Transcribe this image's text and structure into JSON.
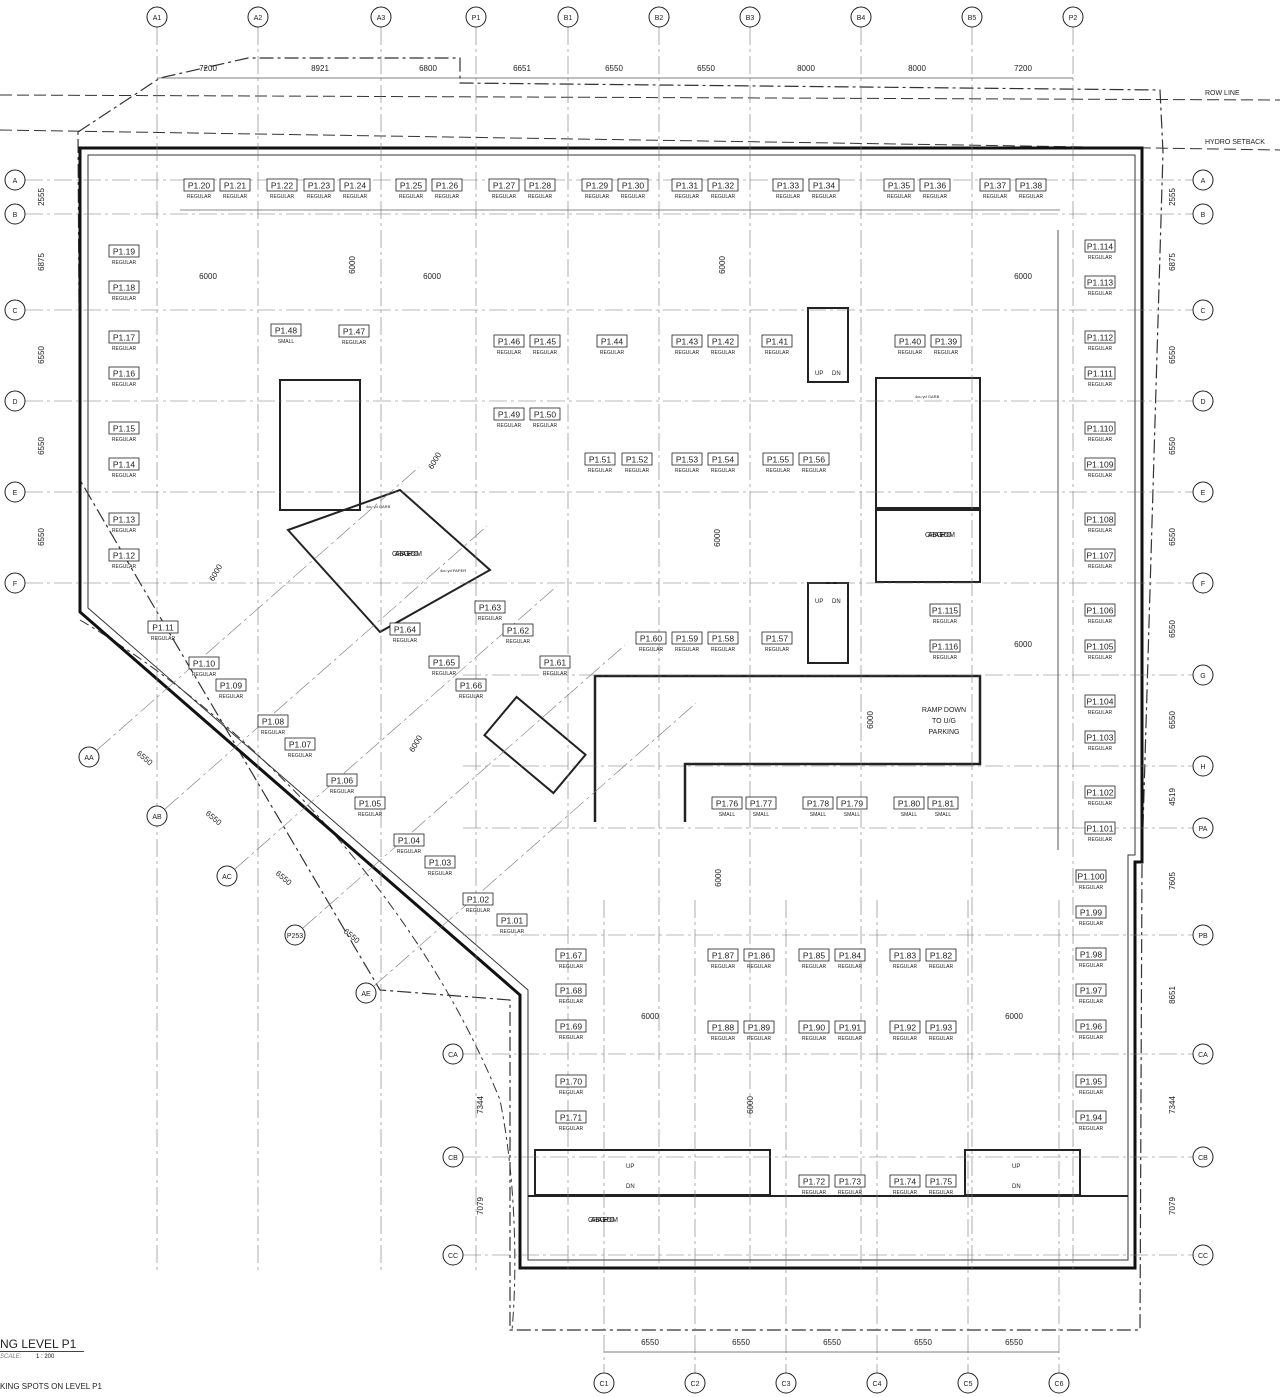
{
  "drawing": {
    "title": "NG LEVEL P1",
    "scale_label": "SCALE:",
    "scale_value": "1 : 200",
    "note": "KING SPOTS ON LEVEL P1"
  },
  "grid": {
    "columns_top": [
      "A1",
      "A2",
      "A3",
      "P1",
      "B1",
      "B2",
      "B3",
      "B4",
      "B5",
      "P2"
    ],
    "rows_left": [
      "A",
      "B",
      "C",
      "D",
      "E",
      "F"
    ],
    "rows_right": [
      "A",
      "B",
      "C",
      "D",
      "E",
      "F",
      "G",
      "H",
      "PA",
      "PB",
      "CA",
      "CB",
      "CC"
    ],
    "rows_left_lower": [
      "CA",
      "CB",
      "CC"
    ],
    "columns_bottom": [
      "C1",
      "C2",
      "C3",
      "C4",
      "C5",
      "C6"
    ],
    "diagonal": [
      "AA",
      "AB",
      "AC",
      "P253",
      "AE"
    ]
  },
  "dimensions": {
    "top": [
      "7200",
      "8921",
      "6800",
      "6651",
      "6550",
      "6550",
      "8000",
      "8000",
      "7200"
    ],
    "left": [
      "2555",
      "6875",
      "6550",
      "6550",
      "6550"
    ],
    "right": [
      "2555",
      "6875",
      "6550",
      "6550",
      "6550",
      "6550",
      "6550",
      "4519",
      "7605",
      "8651",
      "7344",
      "7079"
    ],
    "left_lower": [
      "7344",
      "7079"
    ],
    "bottom": [
      "6550",
      "6550",
      "6550",
      "6550",
      "6550"
    ],
    "diagonal": [
      "6550",
      "6550",
      "6550",
      "6550"
    ],
    "aisles": [
      "6000",
      "6000",
      "6000",
      "6000",
      "6000",
      "6000",
      "6000",
      "6000",
      "6000",
      "6000",
      "6000",
      "6000",
      "6000",
      "6000",
      "6000"
    ]
  },
  "lines": {
    "row_line": "ROW LINE",
    "hydro_setback": "HYDRO SETBACK"
  },
  "rooms": {
    "garbage": "GARBAGE ROOM",
    "ramp": [
      "RAMP DOWN",
      "TO U/G",
      "PARKING"
    ],
    "stair_up": "UP",
    "stair_dn": "DN",
    "bin_garb": "4cu yd GARB",
    "bin_paper": "4cu yd PAPER"
  },
  "spots": [
    {
      "id": "P1.20",
      "type": "REGULAR"
    },
    {
      "id": "P1.21",
      "type": "REGULAR"
    },
    {
      "id": "P1.22",
      "type": "REGULAR"
    },
    {
      "id": "P1.23",
      "type": "REGULAR"
    },
    {
      "id": "P1.24",
      "type": "REGULAR"
    },
    {
      "id": "P1.25",
      "type": "REGULAR"
    },
    {
      "id": "P1.26",
      "type": "REGULAR"
    },
    {
      "id": "P1.27",
      "type": "REGULAR"
    },
    {
      "id": "P1.28",
      "type": "REGULAR"
    },
    {
      "id": "P1.29",
      "type": "REGULAR"
    },
    {
      "id": "P1.30",
      "type": "REGULAR"
    },
    {
      "id": "P1.31",
      "type": "REGULAR"
    },
    {
      "id": "P1.32",
      "type": "REGULAR"
    },
    {
      "id": "P1.33",
      "type": "REGULAR"
    },
    {
      "id": "P1.34",
      "type": "REGULAR"
    },
    {
      "id": "P1.35",
      "type": "REGULAR"
    },
    {
      "id": "P1.36",
      "type": "REGULAR"
    },
    {
      "id": "P1.37",
      "type": "REGULAR"
    },
    {
      "id": "P1.38",
      "type": "REGULAR"
    },
    {
      "id": "P1.19",
      "type": "REGULAR"
    },
    {
      "id": "P1.18",
      "type": "REGULAR"
    },
    {
      "id": "P1.17",
      "type": "REGULAR"
    },
    {
      "id": "P1.16",
      "type": "REGULAR"
    },
    {
      "id": "P1.15",
      "type": "REGULAR"
    },
    {
      "id": "P1.14",
      "type": "REGULAR"
    },
    {
      "id": "P1.13",
      "type": "REGULAR"
    },
    {
      "id": "P1.12",
      "type": "REGULAR"
    },
    {
      "id": "P1.48",
      "type": "SMALL"
    },
    {
      "id": "P1.47",
      "type": "REGULAR"
    },
    {
      "id": "P1.46",
      "type": "REGULAR"
    },
    {
      "id": "P1.45",
      "type": "REGULAR"
    },
    {
      "id": "P1.44",
      "type": "REGULAR"
    },
    {
      "id": "P1.43",
      "type": "REGULAR"
    },
    {
      "id": "P1.42",
      "type": "REGULAR"
    },
    {
      "id": "P1.41",
      "type": "REGULAR"
    },
    {
      "id": "P1.40",
      "type": "REGULAR"
    },
    {
      "id": "P1.39",
      "type": "REGULAR"
    },
    {
      "id": "P1.49",
      "type": "REGULAR"
    },
    {
      "id": "P1.50",
      "type": "REGULAR"
    },
    {
      "id": "P1.51",
      "type": "REGULAR"
    },
    {
      "id": "P1.52",
      "type": "REGULAR"
    },
    {
      "id": "P1.53",
      "type": "REGULAR"
    },
    {
      "id": "P1.54",
      "type": "REGULAR"
    },
    {
      "id": "P1.55",
      "type": "REGULAR"
    },
    {
      "id": "P1.56",
      "type": "REGULAR"
    },
    {
      "id": "P1.114",
      "type": "REGULAR"
    },
    {
      "id": "P1.113",
      "type": "REGULAR"
    },
    {
      "id": "P1.112",
      "type": "REGULAR"
    },
    {
      "id": "P1.111",
      "type": "REGULAR"
    },
    {
      "id": "P1.110",
      "type": "REGULAR"
    },
    {
      "id": "P1.109",
      "type": "REGULAR"
    },
    {
      "id": "P1.108",
      "type": "REGULAR"
    },
    {
      "id": "P1.107",
      "type": "REGULAR"
    },
    {
      "id": "P1.106",
      "type": "REGULAR"
    },
    {
      "id": "P1.105",
      "type": "REGULAR"
    },
    {
      "id": "P1.104",
      "type": "REGULAR"
    },
    {
      "id": "P1.103",
      "type": "REGULAR"
    },
    {
      "id": "P1.102",
      "type": "REGULAR"
    },
    {
      "id": "P1.101",
      "type": "REGULAR"
    },
    {
      "id": "P1.100",
      "type": "REGULAR"
    },
    {
      "id": "P1.99",
      "type": "REGULAR"
    },
    {
      "id": "P1.98",
      "type": "REGULAR"
    },
    {
      "id": "P1.97",
      "type": "REGULAR"
    },
    {
      "id": "P1.96",
      "type": "REGULAR"
    },
    {
      "id": "P1.95",
      "type": "REGULAR"
    },
    {
      "id": "P1.94",
      "type": "REGULAR"
    },
    {
      "id": "P1.115",
      "type": "REGULAR"
    },
    {
      "id": "P1.116",
      "type": "REGULAR"
    },
    {
      "id": "P1.60",
      "type": "REGULAR"
    },
    {
      "id": "P1.59",
      "type": "REGULAR"
    },
    {
      "id": "P1.58",
      "type": "REGULAR"
    },
    {
      "id": "P1.57",
      "type": "REGULAR"
    },
    {
      "id": "P1.11",
      "type": "REGULAR"
    },
    {
      "id": "P1.10",
      "type": "REGULAR"
    },
    {
      "id": "P1.09",
      "type": "REGULAR"
    },
    {
      "id": "P1.08",
      "type": "REGULAR"
    },
    {
      "id": "P1.07",
      "type": "REGULAR"
    },
    {
      "id": "P1.06",
      "type": "REGULAR"
    },
    {
      "id": "P1.05",
      "type": "REGULAR"
    },
    {
      "id": "P1.04",
      "type": "REGULAR"
    },
    {
      "id": "P1.03",
      "type": "REGULAR"
    },
    {
      "id": "P1.02",
      "type": "REGULAR"
    },
    {
      "id": "P1.01",
      "type": "REGULAR"
    },
    {
      "id": "P1.63",
      "type": "REGULAR"
    },
    {
      "id": "P1.62",
      "type": "REGULAR"
    },
    {
      "id": "P1.64",
      "type": "REGULAR"
    },
    {
      "id": "P1.65",
      "type": "REGULAR"
    },
    {
      "id": "P1.66",
      "type": "REGULAR"
    },
    {
      "id": "P1.61",
      "type": "REGULAR"
    },
    {
      "id": "P1.76",
      "type": "SMALL"
    },
    {
      "id": "P1.77",
      "type": "SMALL"
    },
    {
      "id": "P1.78",
      "type": "SMALL"
    },
    {
      "id": "P1.79",
      "type": "SMALL"
    },
    {
      "id": "P1.80",
      "type": "SMALL"
    },
    {
      "id": "P1.81",
      "type": "SMALL"
    },
    {
      "id": "P1.87",
      "type": "REGULAR"
    },
    {
      "id": "P1.86",
      "type": "REGULAR"
    },
    {
      "id": "P1.85",
      "type": "REGULAR"
    },
    {
      "id": "P1.84",
      "type": "REGULAR"
    },
    {
      "id": "P1.83",
      "type": "REGULAR"
    },
    {
      "id": "P1.82",
      "type": "REGULAR"
    },
    {
      "id": "P1.88",
      "type": "REGULAR"
    },
    {
      "id": "P1.89",
      "type": "REGULAR"
    },
    {
      "id": "P1.90",
      "type": "REGULAR"
    },
    {
      "id": "P1.91",
      "type": "REGULAR"
    },
    {
      "id": "P1.92",
      "type": "REGULAR"
    },
    {
      "id": "P1.93",
      "type": "REGULAR"
    },
    {
      "id": "P1.67",
      "type": "REGULAR"
    },
    {
      "id": "P1.68",
      "type": "REGULAR"
    },
    {
      "id": "P1.69",
      "type": "REGULAR"
    },
    {
      "id": "P1.70",
      "type": "REGULAR"
    },
    {
      "id": "P1.71",
      "type": "REGULAR"
    },
    {
      "id": "P1.72",
      "type": "REGULAR"
    },
    {
      "id": "P1.73",
      "type": "REGULAR"
    },
    {
      "id": "P1.74",
      "type": "REGULAR"
    },
    {
      "id": "P1.75",
      "type": "REGULAR"
    }
  ]
}
